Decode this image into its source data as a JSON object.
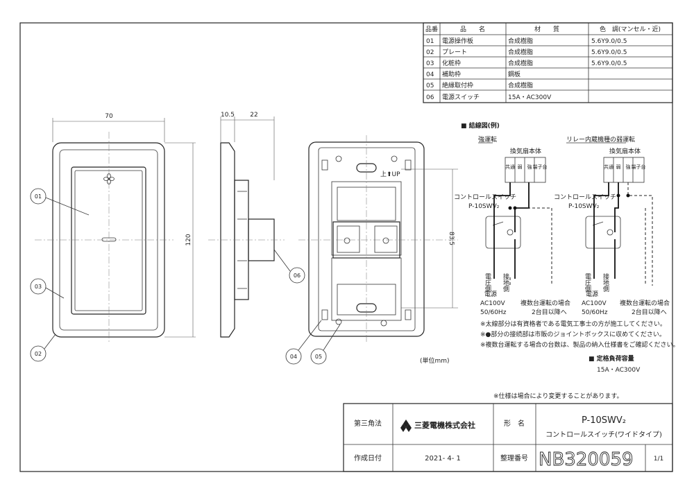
{
  "parts_table": {
    "headers": [
      "品番",
      "品　　名",
      "材　　質",
      "色　調(マンセル・近)"
    ],
    "rows": [
      [
        "01",
        "電源操作板",
        "合成樹脂",
        "5.6Y9.0/0.5"
      ],
      [
        "02",
        "プレート",
        "合成樹脂",
        "5.6Y9.0/0.5"
      ],
      [
        "03",
        "化粧枠",
        "合成樹脂",
        "5.6Y9.0/0.5"
      ],
      [
        "04",
        "補助枠",
        "鋼板",
        ""
      ],
      [
        "05",
        "絶縁取付枠",
        "合成樹脂",
        ""
      ],
      [
        "06",
        "電源スイッチ",
        "15A・AC300V",
        ""
      ]
    ]
  },
  "dimensions": {
    "width": "70",
    "depth_a": "10.5",
    "depth_b": "22",
    "height": "120",
    "pitch": "83.5"
  },
  "callouts": [
    "01",
    "02",
    "03",
    "04",
    "05",
    "06"
  ],
  "up_mark": "上⬆UP",
  "unit_note": "(単位mm)",
  "wiring": {
    "title": "■ 結線図(例)",
    "strong_title": "強運転",
    "relay_title": "リレー内蔵機種の弱運転",
    "fan_body": "換気扇本体",
    "terminal_cols": [
      "共通",
      "弱",
      "強",
      "端子台"
    ],
    "switch_label": "コントロールスイッチ",
    "switch_model": "P-10SWV₂",
    "voltage_side": "電圧側",
    "ground_side": "接地側",
    "power_label": "電源",
    "power_spec1": "AC100V",
    "power_spec2": "50/60Hz",
    "multi_note1": "複数台運転の場合",
    "multi_note2": "2台目以降へ",
    "notes": [
      "※太線部分は有資格者である電気工事士の方が施工してください。",
      "※●部分の接続部は市販のジョイントボックスに収めてください。",
      "※複数台運転する場合の台数は、製品の納入仕様書をご確認ください。"
    ],
    "rated_title": "■ 定格負荷容量",
    "rated_value": "15A・AC300V"
  },
  "spec_note": "※仕様は場合により変更することがあります。",
  "title_block": {
    "projection": "第三角法",
    "company": "三菱電機株式会社",
    "model_label": "形　名",
    "model": "P-10SWV₂",
    "product_name": "コントロールスイッチ(ワイドタイプ)",
    "date_label": "作成日付",
    "date": "2021- 4- 1",
    "drawing_no_label": "整理番号",
    "drawing_no": "NB320059",
    "sheet": "1/1"
  }
}
